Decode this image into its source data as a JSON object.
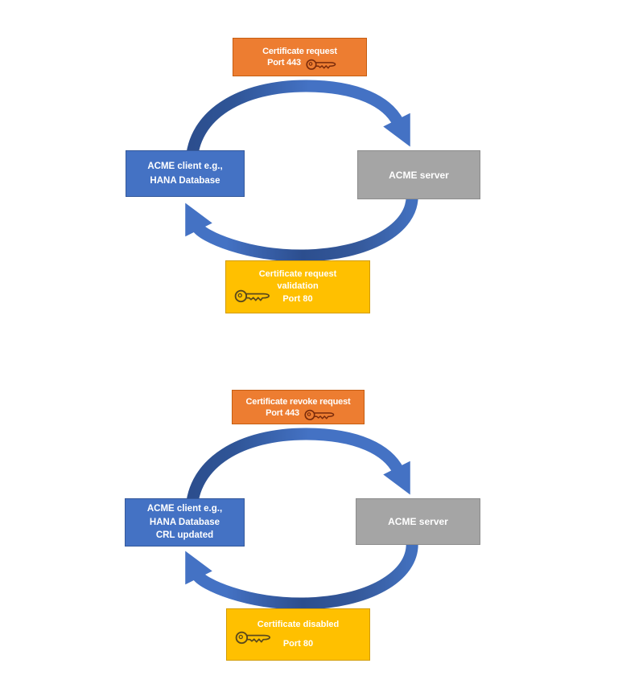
{
  "page": {
    "background": "#ffffff"
  },
  "colors": {
    "request_box": "#ED7D31",
    "client_box": "#4472C4",
    "server_box": "#A5A5A5",
    "validation_box": "#FFC000",
    "arrow_light": "#4472C4",
    "arrow_dark": "#2C4E8E",
    "text": "#FFFFFF"
  },
  "icons": {
    "key_orange": "key-icon",
    "key_yellow": "key-icon"
  },
  "diagram1": {
    "name": "certificate-request-cycle",
    "top_box": {
      "line1": "Certificate request",
      "line2": "Port 443"
    },
    "left_box": {
      "line1": "ACME client e.g.,",
      "line2": "HANA Database"
    },
    "right_box": {
      "label": "ACME server"
    },
    "bottom_box": {
      "line1": "Certificate request",
      "line2": "validation",
      "line3": "Port 80"
    }
  },
  "diagram2": {
    "name": "certificate-revoke-cycle",
    "top_box": {
      "line1": "Certificate revoke request",
      "line2": "Port 443"
    },
    "left_box": {
      "line1": "ACME client e.g.,",
      "line2": "HANA Database",
      "line3": "CRL updated"
    },
    "right_box": {
      "label": "ACME server"
    },
    "bottom_box": {
      "line1": "Certificate disabled",
      "line2": "Port 80"
    }
  }
}
